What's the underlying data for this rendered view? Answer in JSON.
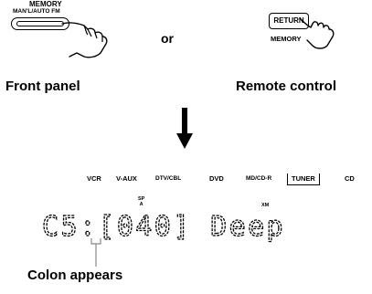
{
  "front_panel": {
    "button_label": "MEMORY",
    "mode_label": "MAN'L/AUTO FM",
    "hand_icon": "pointing-hand-icon"
  },
  "or_text": "or",
  "remote": {
    "button_label": "RETURN",
    "memory_label": "MEMORY",
    "hand_icon": "pointing-hand-icon"
  },
  "captions": {
    "front_panel": "Front panel",
    "remote_control": "Remote control",
    "colon": "Colon appears"
  },
  "arrow_icon": "down-arrow-icon",
  "display": {
    "inputs": [
      "VCR",
      "V-AUX",
      "DTV/CBL",
      "DVD",
      "MD/CD-R",
      "TUNER",
      "CD"
    ],
    "selected_input": "TUNER",
    "indicator_sp": "SP",
    "indicator_sp_sub": "A",
    "indicator_xm": "XM",
    "text": "C5:[040] Deep"
  }
}
